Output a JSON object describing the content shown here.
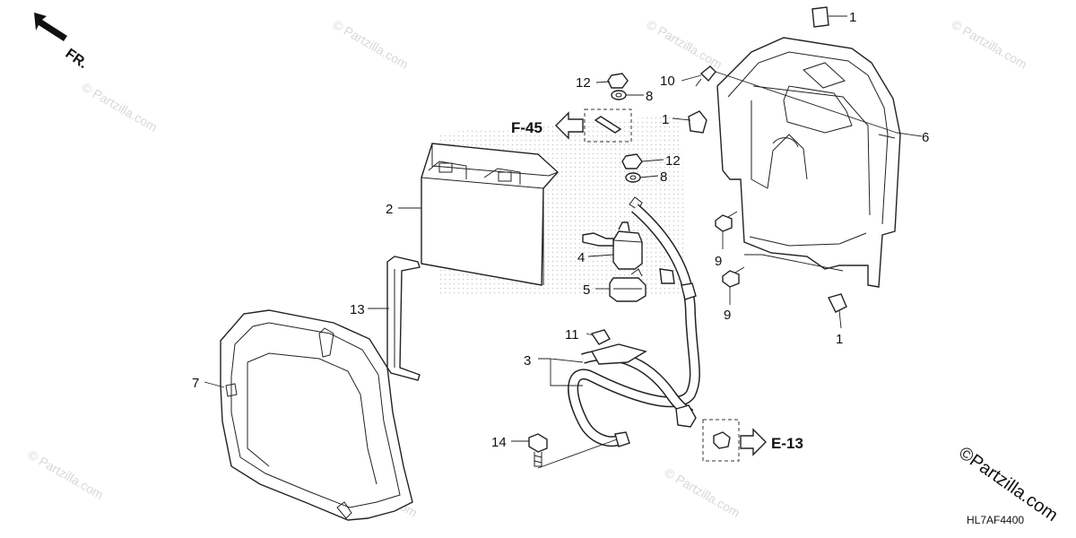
{
  "direction_label": "FR.",
  "refs": {
    "f45": "F-45",
    "e13": "E-13"
  },
  "watermark_text": "© Partzilla.com",
  "logo_text": "©Partzilla.com",
  "diagram_code": "HL7AF4400",
  "callouts": {
    "c1a": "1",
    "c1b": "1",
    "c1c": "1",
    "c2": "2",
    "c3": "3",
    "c4": "4",
    "c5": "5",
    "c6": "6",
    "c7": "7",
    "c8a": "8",
    "c8b": "8",
    "c9a": "9",
    "c9b": "9",
    "c10": "10",
    "c11": "11",
    "c12a": "12",
    "c12b": "12",
    "c13": "13",
    "c14": "14"
  },
  "colors": {
    "line": "#222222",
    "watermark": "#d8d8d8",
    "stipple": "#bdbdbd"
  }
}
